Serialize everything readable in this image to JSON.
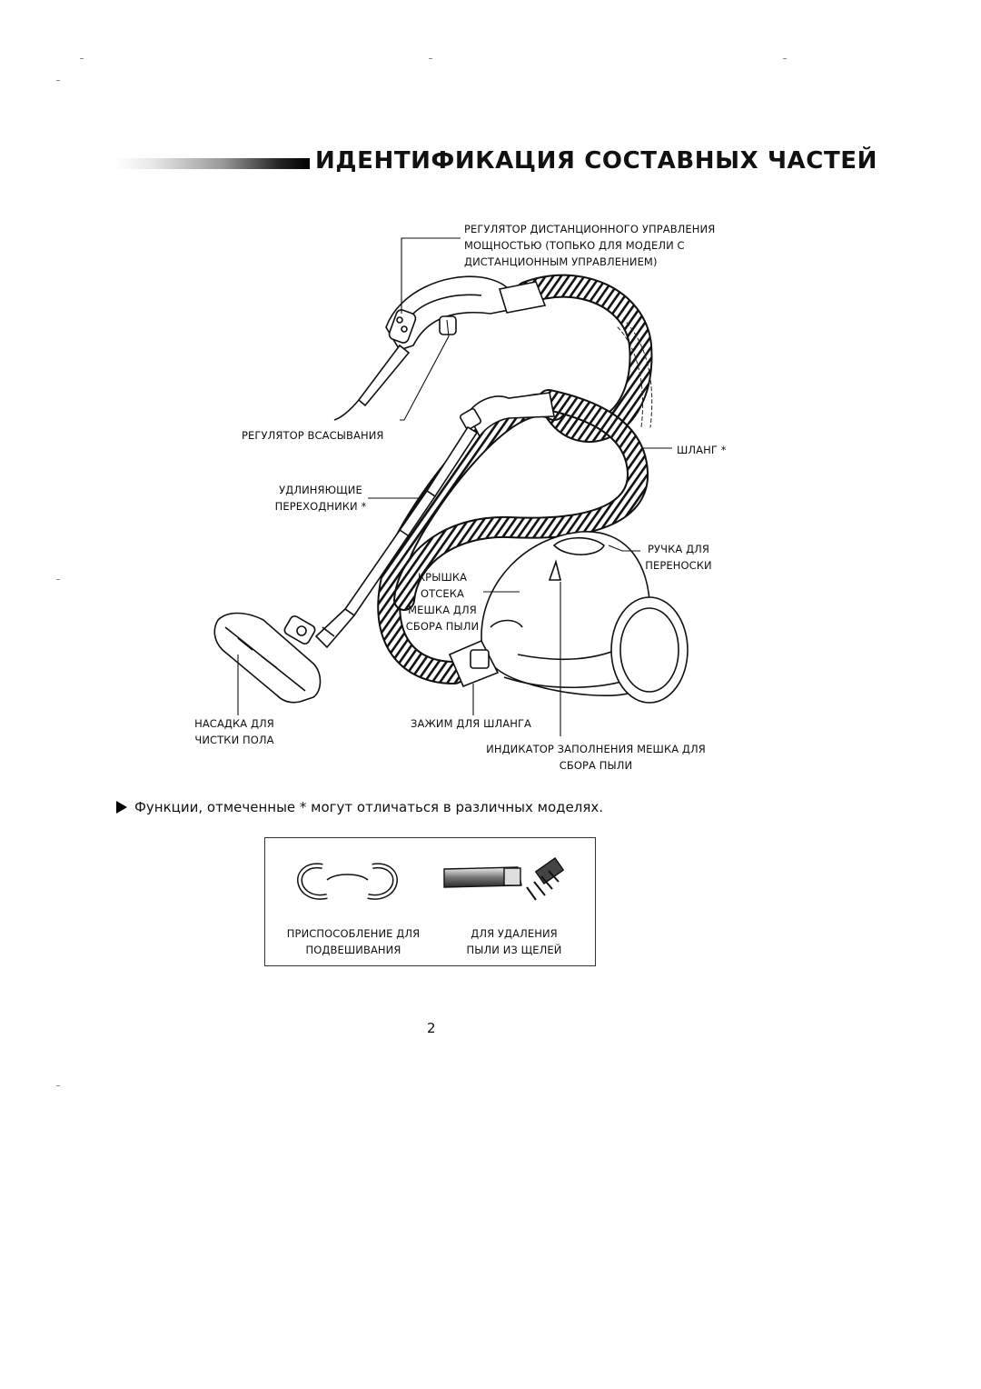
{
  "header": {
    "title": "ИДЕНТИФИКАЦИЯ СОСТАВНЫХ ЧАСТЕЙ"
  },
  "diagram": {
    "labels": {
      "remote_control": [
        "РЕГУЛЯТОР ДИСТАНЦИОННОГО УПРАВЛЕНИЯ",
        "МОЩНОСТЬЮ (ТОПЬКО ДЛЯ МОДЕЛИ С",
        "ДИСТАНЦИОННЫМ УПРАВЛЕНИЕМ)"
      ],
      "suction_regulator": "РЕГУЛЯТОР ВСАСЫВАНИЯ",
      "hose": "ШЛАНГ *",
      "extension_tubes": [
        "УДЛИНЯЮЩИЕ",
        "ПЕРЕХОДНИКИ *"
      ],
      "carry_handle": [
        "РУЧКА ДЛЯ",
        "ПЕРЕНОСКИ"
      ],
      "bag_cover": [
        "КРЫШКА",
        "ОТСЕКА",
        "МЕШКА ДЛЯ",
        "СБОРА ПЫЛИ"
      ],
      "floor_nozzle": [
        "НАСАДКА ДЛЯ",
        "ЧИСТКИ ПОЛА"
      ],
      "hose_clamp": "ЗАЖИМ ДЛЯ ШЛАНГА",
      "bag_indicator": [
        "ИНДИКАТОР ЗАПОЛНЕНИЯ МЕШКА ДЛЯ",
        "СБОРА ПЫЛИ"
      ]
    }
  },
  "note": {
    "text": "Функции, отмеченные * могут отличаться в различных моделях."
  },
  "accessories": {
    "holder": [
      "ПРИСПОСОБЛЕНИЕ ДЛЯ",
      "ПОДВЕШИВАНИЯ"
    ],
    "crevice": [
      "ДЛЯ УДАЛЕНИЯ",
      "ПЫЛИ ИЗ ЩЕЛЕЙ"
    ]
  },
  "footer": {
    "page_number": "2"
  }
}
